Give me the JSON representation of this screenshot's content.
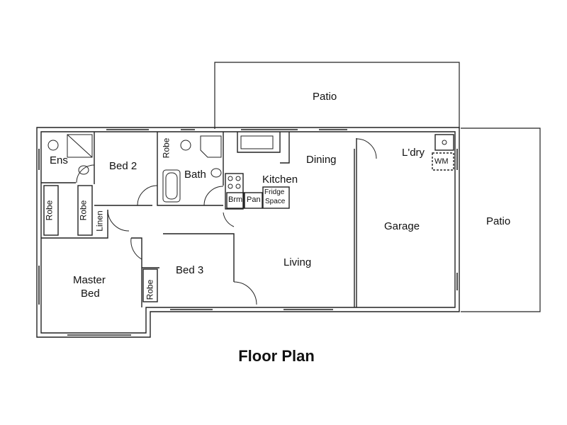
{
  "caption": "Floor Plan",
  "rooms": {
    "patio_top": "Patio",
    "patio_right": "Patio",
    "ensuite": "Ens",
    "bed2": "Bed 2",
    "bath": "Bath",
    "kitchen": "Kitchen",
    "dining": "Dining",
    "laundry": "L'dry",
    "garage": "Garage",
    "living": "Living",
    "master_bed_line1": "Master",
    "master_bed_line2": "Bed",
    "bed3": "Bed 3"
  },
  "fixtures": {
    "robe_ens": "Robe",
    "robe_bed2_hall": "Robe",
    "robe_bed2": "Robe",
    "robe_bed3": "Robe",
    "linen": "Linen",
    "broom": "Brm",
    "pantry": "Pan",
    "fridge_line1": "Fridge",
    "fridge_line2": "Space",
    "washing_machine": "WM"
  }
}
